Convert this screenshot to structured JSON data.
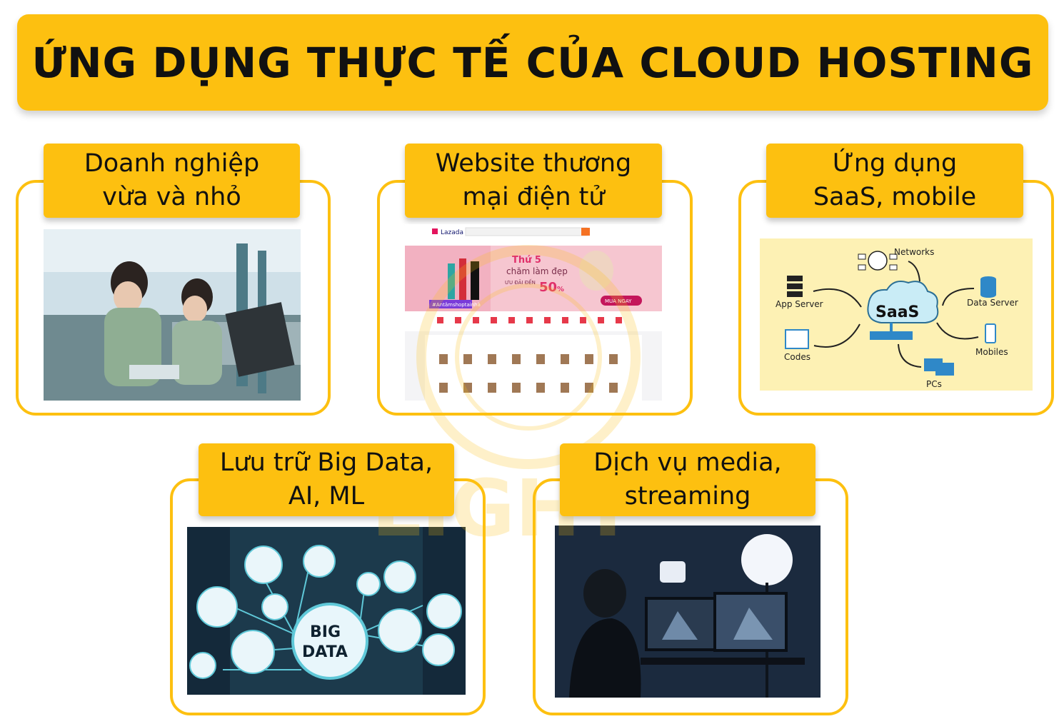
{
  "title": "ỨNG DỤNG THỰC TẾ CỦA CLOUD HOSTING",
  "cards": [
    {
      "line1": "Doanh nghiệp",
      "line2": "vừa và nhỏ",
      "image": "factory-workers-image"
    },
    {
      "line1": "Website thương",
      "line2": "mại điện tử",
      "image": "lazada-ecommerce-screenshot",
      "shop": {
        "brand": "Lazada",
        "promo_day": "Thứ 5",
        "promo_text": "chăm làm đẹp",
        "promo_prefix": "ƯU ĐÃI ĐẾN",
        "promo_pct": "50",
        "promo_sign": "%",
        "promo_cta": "MUA NGAY",
        "hashtag": "#Antâmshoptainhà"
      }
    },
    {
      "line1": "Ứng dụng",
      "line2": "SaaS, mobile",
      "image": "saas-diagram",
      "diagram": {
        "center": "SaaS",
        "networks": "Networks",
        "app_server": "App Server",
        "data_server": "Data Server",
        "codes": "Codes",
        "mobiles": "Mobiles",
        "pcs": "PCs"
      }
    },
    {
      "line1": "Lưu trữ Big Data,",
      "line2": "AI, ML",
      "image": "big-data-image",
      "bigdata": {
        "line1": "BIG",
        "line2": "DATA"
      }
    },
    {
      "line1": "Dịch vụ media,",
      "line2": "streaming",
      "image": "streamer-setup-image"
    }
  ],
  "watermark": "LIGHT",
  "colors": {
    "accent": "#fdc010",
    "text": "#111111"
  }
}
